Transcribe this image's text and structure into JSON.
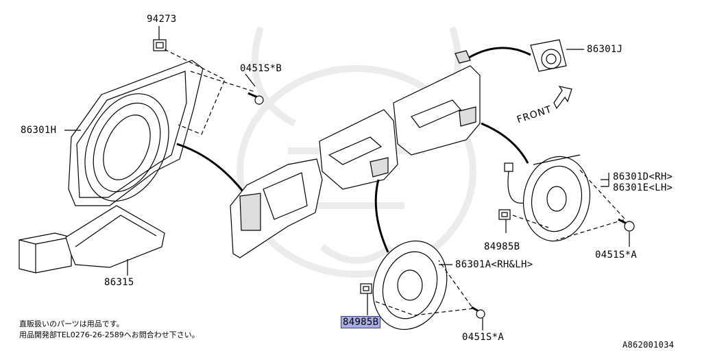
{
  "labels": {
    "p94273": "94273",
    "p0451s_b": "0451S*B",
    "p86301j": "86301J",
    "p86301h": "86301H",
    "p86301d": "86301D<RH>",
    "p86301e": "86301E<LH>",
    "p84985b_right": "84985B",
    "p0451s_a_right": "0451S*A",
    "p86301a": "86301A<RH&LH>",
    "p86315": "86315",
    "p84985b_highlight": "84985B",
    "p0451s_a_bottom": "0451S*A"
  },
  "front_label": "FRONT",
  "notes": {
    "line1": "直販扱いのパーツは用品です。",
    "line2": "用品開発部TEL0276-26-2589へお問合わせ下さい。"
  },
  "diagram_id": "A862001034",
  "colors": {
    "highlight": "#a9aee2",
    "ink": "#000000",
    "watermark": "#e8e8e8"
  }
}
